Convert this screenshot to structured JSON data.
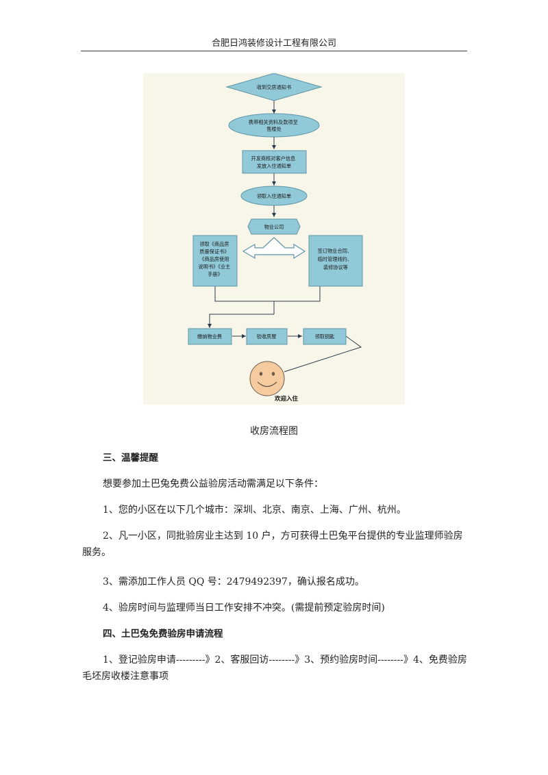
{
  "header": {
    "company": "合肥日鸿装修设计工程有限公司"
  },
  "flowchart": {
    "bg_color": "#f7f6e8",
    "node_color": "#92c9d8",
    "node_stroke": "#5d95a8",
    "arrow_color": "#2a3a4a",
    "face_color": "#f6cba0",
    "nodes": {
      "n1": [
        "收到交房通知书"
      ],
      "n2": [
        "携带相关资料及款项至",
        "售楼处"
      ],
      "n3": [
        "开发商核对客户信息",
        "发放入住通知单"
      ],
      "n4": [
        "领取入住通知单"
      ],
      "n5": [
        "物业公司"
      ],
      "n6": [
        "领取《商品房",
        "质量保证书》",
        "《商品房使用",
        "说明书》《业主",
        "手册》"
      ],
      "n7": [
        "签订物业合同、",
        "临时管理线约、",
        "装修协议等"
      ],
      "n8": [
        "缴纳物业费"
      ],
      "n9": [
        "验收房屋"
      ],
      "n10": [
        "领取钥匙"
      ],
      "welcome": "欢迎入住"
    }
  },
  "caption": "收房流程图",
  "sections": {
    "s3_title": "三、温馨提醒",
    "s3_intro": "想要参加土巴兔免费公益验房活动需满足以下条件：",
    "s3_item1": "1、您的小区在以下几个城市：深圳、北京、南京、上海、广州、杭州。",
    "s3_item2": "2、凡一小区，同批验房业主达到 10 户，方可获得土巴兔平台提供的专业监理师验房服务。",
    "s3_item3": "3、需添加工作人员 QQ 号：2479492397，确认报名成功。",
    "s3_item4": "4、验房时间与监理师当日工作安排不冲突。(需提前预定验房时间)",
    "s4_title": "四、土巴兔免费验房申请流程",
    "s4_body": "1、登记验房申请---------》2、客服回访--------》3、预约验房时间--------》4、免费验房毛坯房收楼注意事项"
  }
}
